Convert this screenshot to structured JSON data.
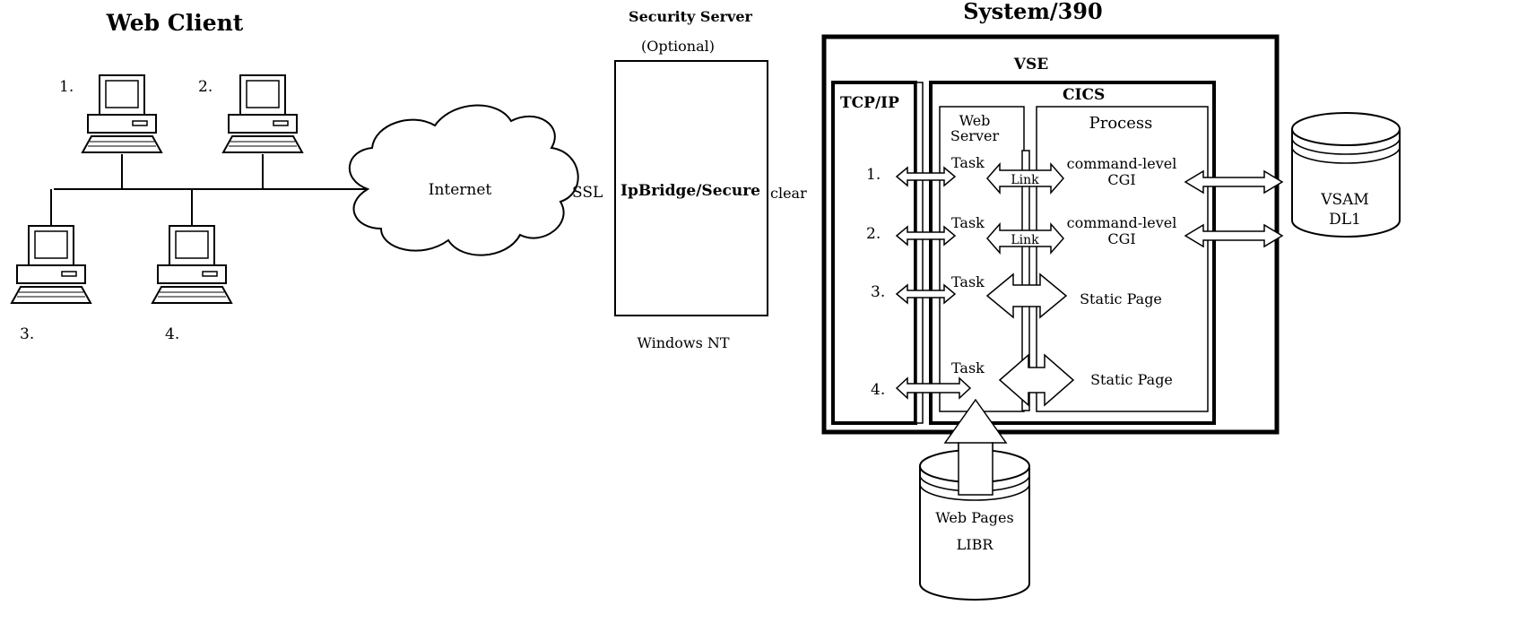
{
  "titles": {
    "web_client": "Web Client",
    "security_server": "Security Server",
    "optional": "(Optional)",
    "system390": "System/390"
  },
  "clients": [
    "1.",
    "2.",
    "3.",
    "4."
  ],
  "internet": "Internet",
  "ssl": "SSL",
  "clear": "clear",
  "security_box": {
    "label": "IpBridge/Secure",
    "platform": "Windows NT"
  },
  "vse": "VSE",
  "tcpip": "TCP/IP",
  "cics": "CICS",
  "web_server": [
    "Web",
    "Server"
  ],
  "process": "Process",
  "rows": [
    {
      "num": "1.",
      "task": "Task",
      "link": "Link",
      "target": [
        "command-level",
        "CGI"
      ]
    },
    {
      "num": "2.",
      "task": "Task",
      "link": "Link",
      "target": [
        "command-level",
        "CGI"
      ]
    },
    {
      "num": "3.",
      "task": "Task",
      "link": "",
      "target": [
        "Static Page"
      ]
    },
    {
      "num": "4.",
      "task": "Task",
      "link": "",
      "target": [
        "Static Page"
      ]
    }
  ],
  "vsam_db": [
    "VSAM",
    "DL1"
  ],
  "webpages_db": [
    "Web Pages",
    "LIBR"
  ],
  "colors": {
    "ink": "#000000",
    "background": "#ffffff"
  }
}
